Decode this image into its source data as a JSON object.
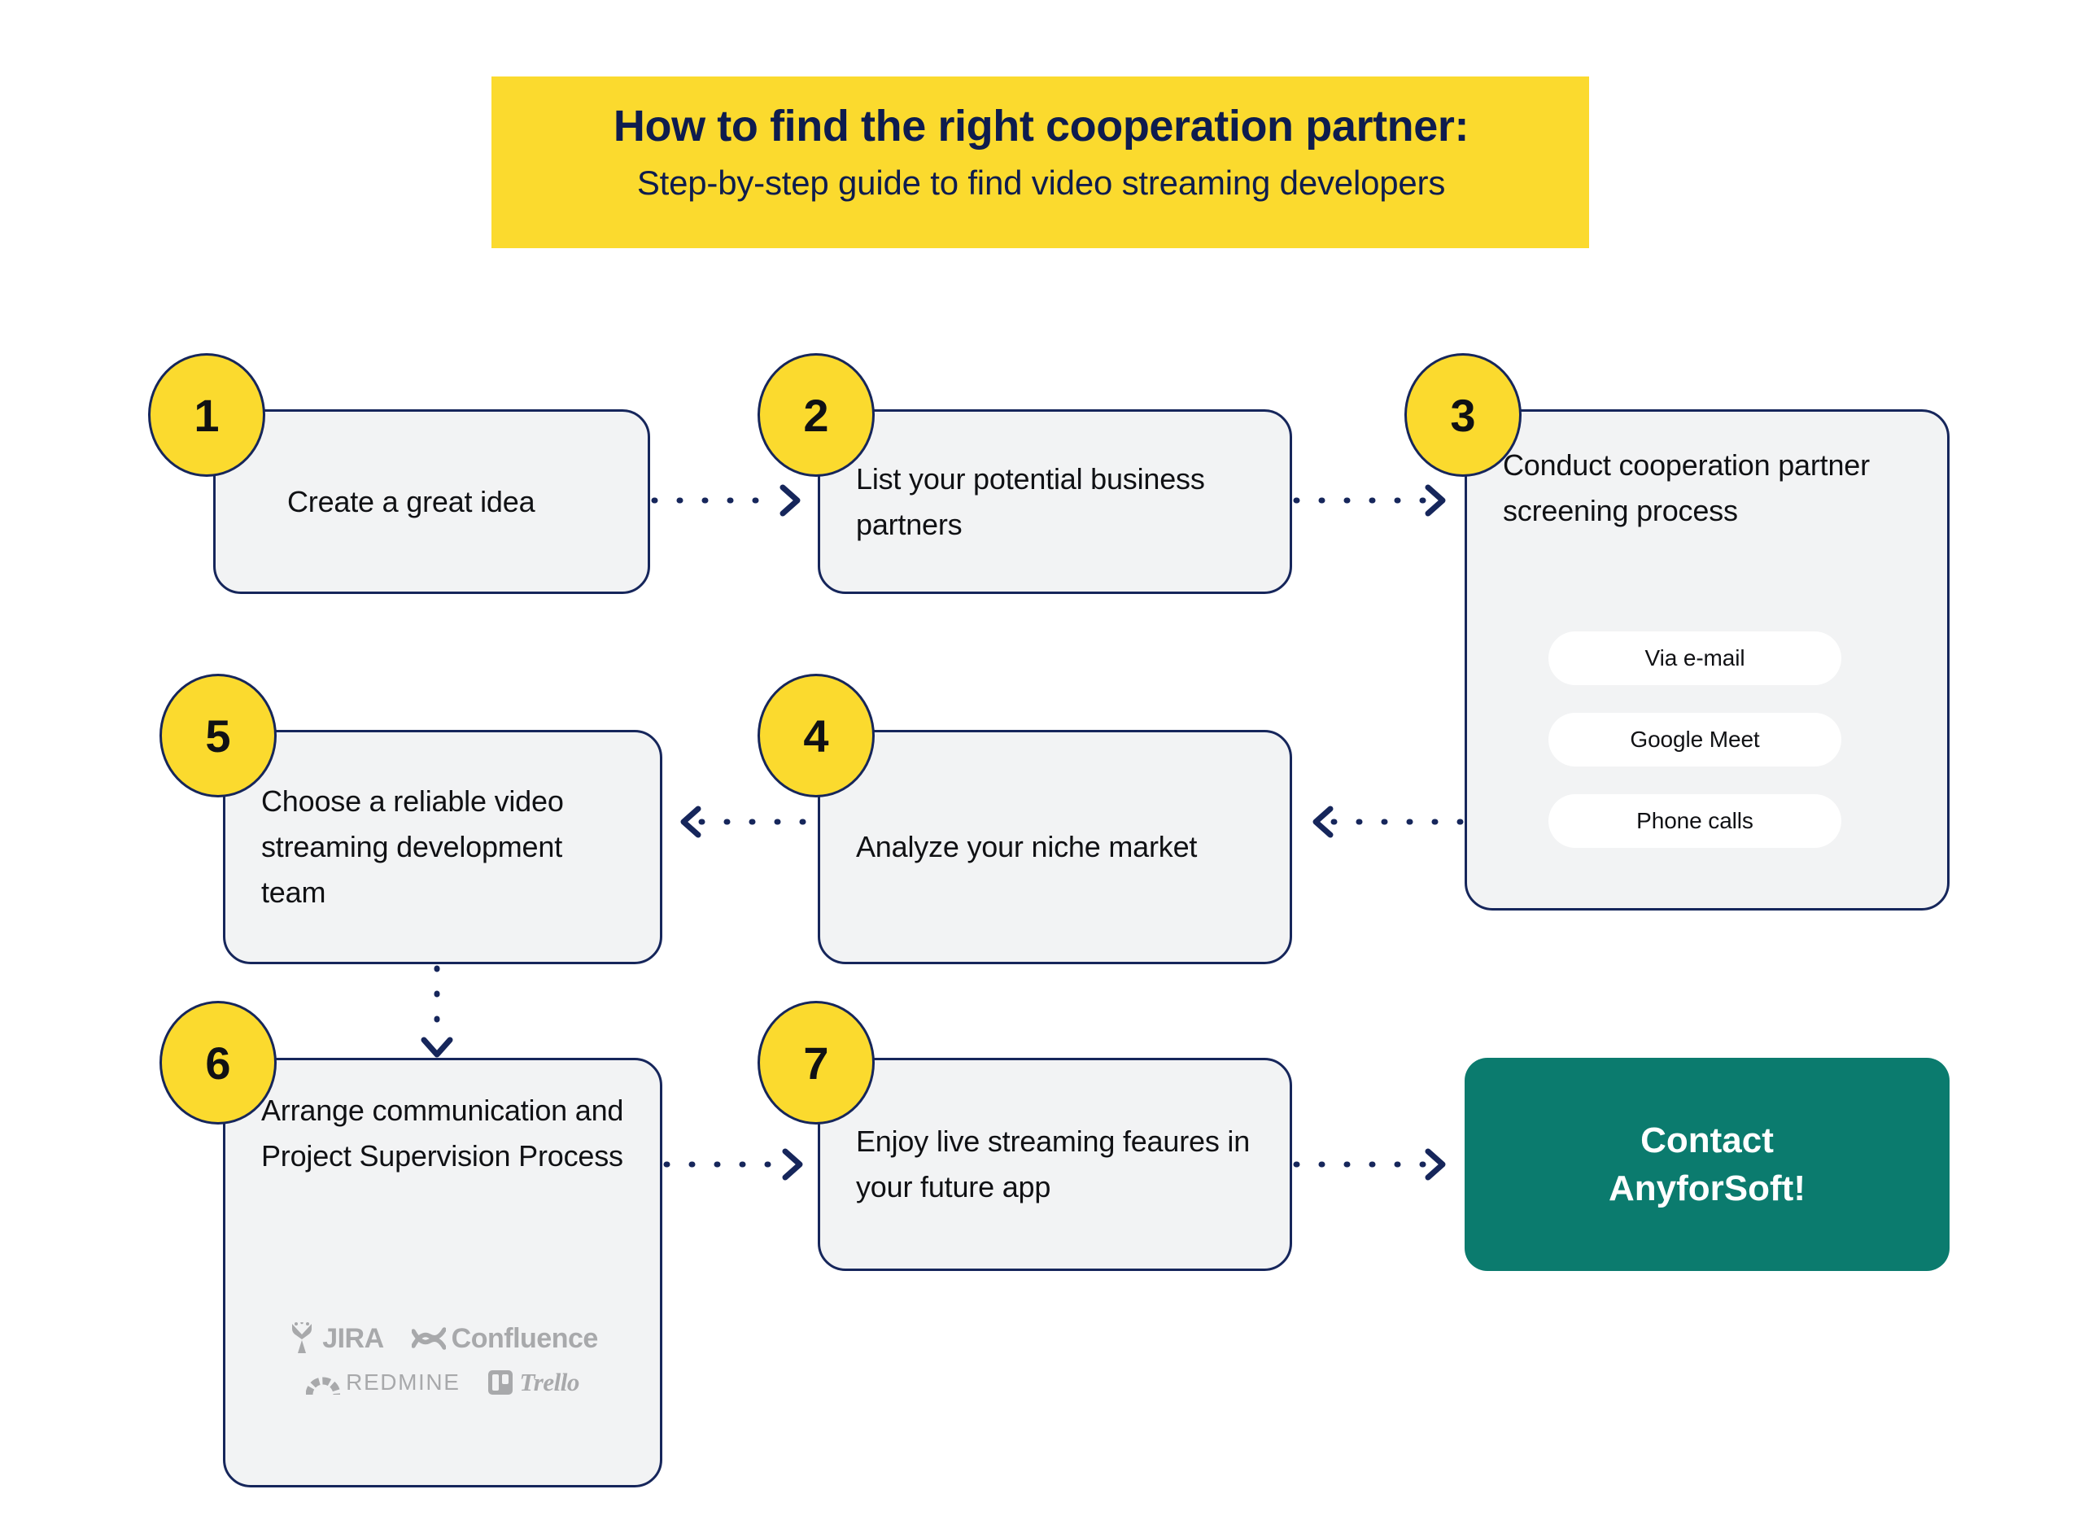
{
  "header": {
    "title": "How to find the right cooperation partner:",
    "subtitle": "Step-by-step guide to find video streaming developers",
    "background_color": "#FBDA2E",
    "text_color": "#0E1C4E"
  },
  "colors": {
    "accent_yellow": "#FBDA2E",
    "navy_border": "#16265B",
    "card_fill": "#F2F3F4",
    "cta_teal": "#0B7B6E",
    "logo_gray": "#A8A9AB",
    "body_text": "#101114",
    "page_background": "#FFFFFF"
  },
  "steps": [
    {
      "number": "1",
      "text": "Create a great idea"
    },
    {
      "number": "2",
      "text": "List your potential business partners"
    },
    {
      "number": "3",
      "text": "Conduct cooperation partner screening process",
      "options": [
        "Via e-mail",
        "Google Meet",
        "Phone calls"
      ]
    },
    {
      "number": "4",
      "text": "Analyze your niche market"
    },
    {
      "number": "5",
      "text": "Choose a reliable video streaming development team"
    },
    {
      "number": "6",
      "text": "Arrange communication and Project Supervision Process",
      "tools": [
        "JIRA",
        "Confluence",
        "REDMINE",
        "Trello"
      ]
    },
    {
      "number": "7",
      "text": "Enjoy live streaming feaures in your future app"
    }
  ],
  "cta": {
    "line1": "Contact",
    "line2": "AnyforSoft!"
  },
  "connectors": [
    {
      "name": "arrow-step1-to-step2",
      "direction": "right"
    },
    {
      "name": "arrow-step2-to-step3",
      "direction": "right"
    },
    {
      "name": "arrow-step3-to-step4",
      "direction": "left"
    },
    {
      "name": "arrow-step4-to-step5",
      "direction": "left"
    },
    {
      "name": "arrow-step5-to-step6",
      "direction": "down"
    },
    {
      "name": "arrow-step6-to-step7",
      "direction": "right"
    },
    {
      "name": "arrow-step7-to-cta",
      "direction": "right"
    }
  ]
}
